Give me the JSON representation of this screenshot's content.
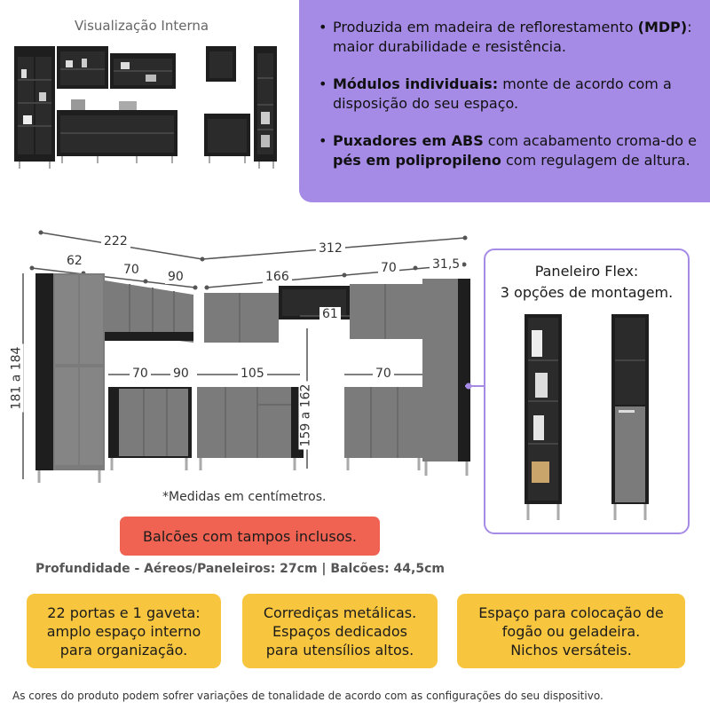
{
  "internal_view": {
    "title": "Visualização Interna"
  },
  "features": [
    {
      "bold_1": "",
      "text_1": "Produzida em madeira de reflorestamento ",
      "bold_2": "(MDP)",
      "text_2": ": maior durabilidade e resistência."
    },
    {
      "bold_1": "Módulos individuais:",
      "text_1": " monte de acordo com a disposição do seu espaço.",
      "bold_2": "",
      "text_2": ""
    },
    {
      "bold_1": "Puxadores em ABS",
      "text_1": " com acabamento croma-do e ",
      "bold_2": "pés em polipropileno",
      "text_2": " com regulagem de altura."
    }
  ],
  "dimensions": {
    "total_left": "222",
    "total_right": "312",
    "top_62": "62",
    "top_70a": "70",
    "top_90": "90",
    "top_166": "166",
    "top_70b": "70",
    "top_31_5": "31,5",
    "height_left": "181 a 184",
    "height_mid": "159 a 162",
    "niche_61": "61",
    "base_70a": "70",
    "base_90": "90",
    "base_105": "105",
    "base_70b": "70"
  },
  "note": "*Medidas em centímetros.",
  "counter_badge": "Balcões com tampos inclusos.",
  "depth": "Profundidade - Aéreos/Paneleiros: 27cm | Balcões: 44,5cm",
  "flex": {
    "title_1": "Paneleiro Flex:",
    "title_2": "3 opções de montagem."
  },
  "panels": [
    {
      "line1": "22 portas e 1 gaveta:",
      "line2": "amplo espaço interno",
      "line3": "para organização."
    },
    {
      "line1": "Corrediças metálicas.",
      "line2": "Espaços dedicados",
      "line3": "para utensílios altos."
    },
    {
      "line1": "Espaço para colocação de",
      "line2": "fogão ou geladeira.",
      "line3": "Nichos versáteis."
    }
  ],
  "disclaimer": "As cores do produto podem sofrer variações de tonalidade de acordo com as configurações do seu dispositivo.",
  "colors": {
    "accent_purple": "#a58be6",
    "badge_red": "#f06352",
    "panel_yellow": "#f7c53e",
    "cabinet_gray": "#7b7b7b",
    "cabinet_black": "#1e1e1e"
  }
}
